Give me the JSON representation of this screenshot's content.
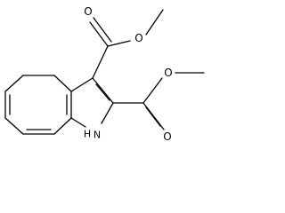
{
  "molecule": {
    "labels": {
      "o_ester3_carbonyl": "O",
      "o_ester3_ether": "O",
      "o_ester2_carbonyl": "O",
      "o_ester2_ether": "O",
      "nh_h": "H",
      "nh_n": "N"
    }
  }
}
